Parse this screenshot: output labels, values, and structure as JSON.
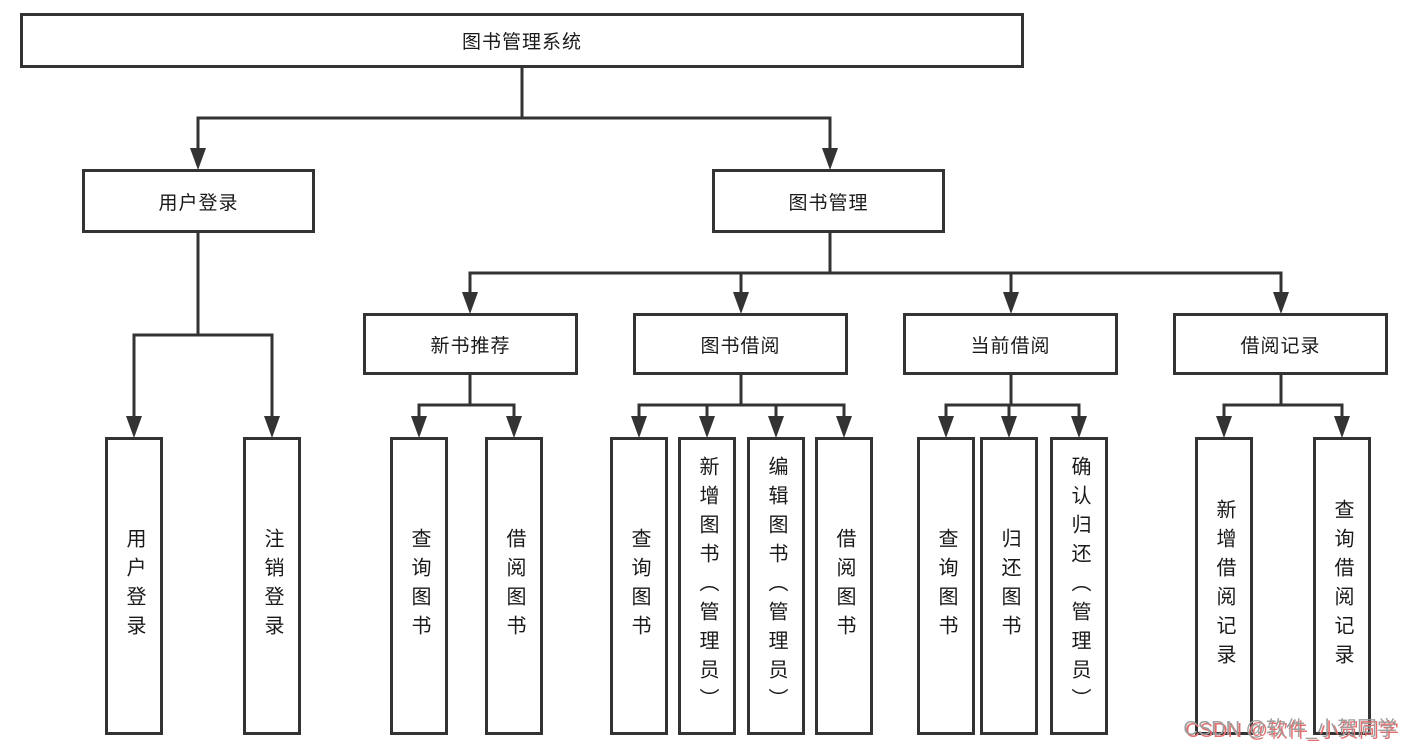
{
  "colors": {
    "line": "#333333",
    "text": "#1a1a1a",
    "watermark": "#9e9e9e",
    "watermark_shadow": "#e36d6d"
  },
  "watermark": {
    "text": "CSDN @软件_小贺同学"
  },
  "tree": {
    "root": {
      "label": "图书管理系统"
    },
    "children": [
      {
        "label": "用户登录",
        "children": [
          {
            "label": "用户登录"
          },
          {
            "label": "注销登录"
          }
        ]
      },
      {
        "label": "图书管理",
        "children": [
          {
            "label": "新书推荐",
            "children": [
              {
                "label": "查询图书"
              },
              {
                "label": "借阅图书"
              }
            ]
          },
          {
            "label": "图书借阅",
            "children": [
              {
                "label": "查询图书"
              },
              {
                "label": "新增图书（管理员）"
              },
              {
                "label": "编辑图书（管理员）"
              },
              {
                "label": "借阅图书"
              }
            ]
          },
          {
            "label": "当前借阅",
            "children": [
              {
                "label": "查询图书"
              },
              {
                "label": "归还图书"
              },
              {
                "label": "确认归还（管理员）"
              }
            ]
          },
          {
            "label": "借阅记录",
            "children": [
              {
                "label": "新增借阅记录"
              },
              {
                "label": "查询借阅记录"
              }
            ]
          }
        ]
      }
    ]
  }
}
